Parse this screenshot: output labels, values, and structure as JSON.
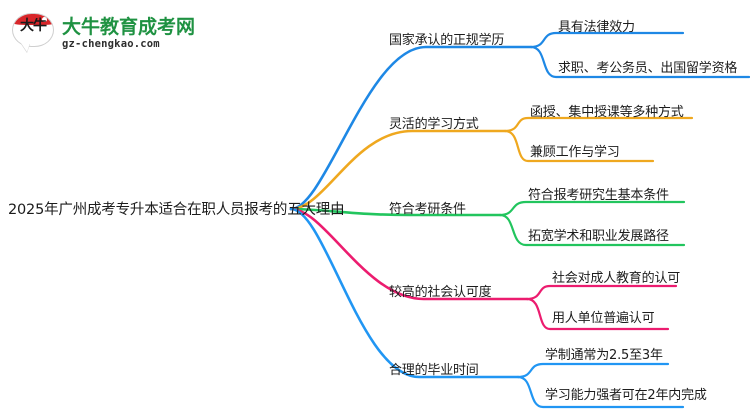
{
  "logo": {
    "mark_text": "大牛",
    "title": "大牛教育成考网",
    "url": "gz-chengkao.com",
    "brand_green": "#1f9242",
    "brand_red": "#d8262a"
  },
  "mindmap": {
    "root": "2025年广州成考专升本适合在职人员报考的五大理由",
    "branches": [
      {
        "label": "国家承认的正规学历",
        "color": "#1e88e5",
        "children": [
          "具有法律效力",
          "求职、考公务员、出国留学资格"
        ]
      },
      {
        "label": "灵活的学习方式",
        "color": "#efa81f",
        "children": [
          "函授、集中授课等多种方式",
          "兼顾工作与学习"
        ]
      },
      {
        "label": "符合考研条件",
        "color": "#22c55e",
        "children": [
          "符合报考研究生基本条件",
          "拓宽学术和职业发展路径"
        ]
      },
      {
        "label": "较高的社会认可度",
        "color": "#ec1c6f",
        "children": [
          "社会对成人教育的认可",
          "用人单位普遍认可"
        ]
      },
      {
        "label": "合理的毕业时间",
        "color": "#2196f3",
        "children": [
          "学制通常为2.5至3年",
          "学习能力强者可在2年内完成"
        ]
      }
    ]
  }
}
